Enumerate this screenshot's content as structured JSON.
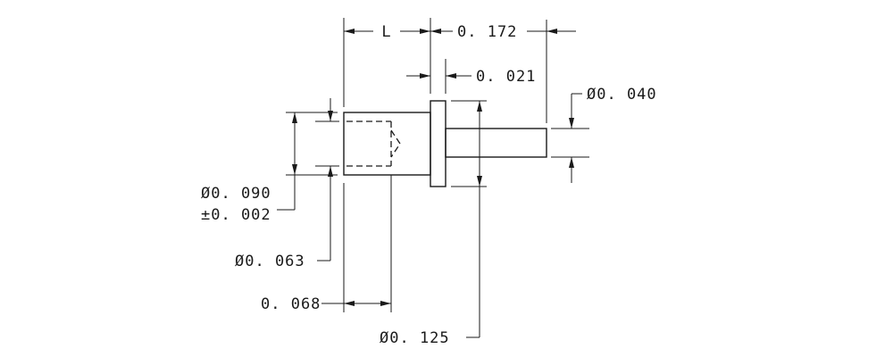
{
  "dimensions": {
    "length": "L",
    "total_length": "0. 172",
    "flange_thickness": "0. 021",
    "pin_diameter": "Ø0. 040",
    "body_diameter": "Ø0. 090",
    "body_tolerance": "±0. 002",
    "bore_diameter": "Ø0. 063",
    "bore_depth": "0. 068",
    "flange_diameter": "Ø0. 125"
  }
}
